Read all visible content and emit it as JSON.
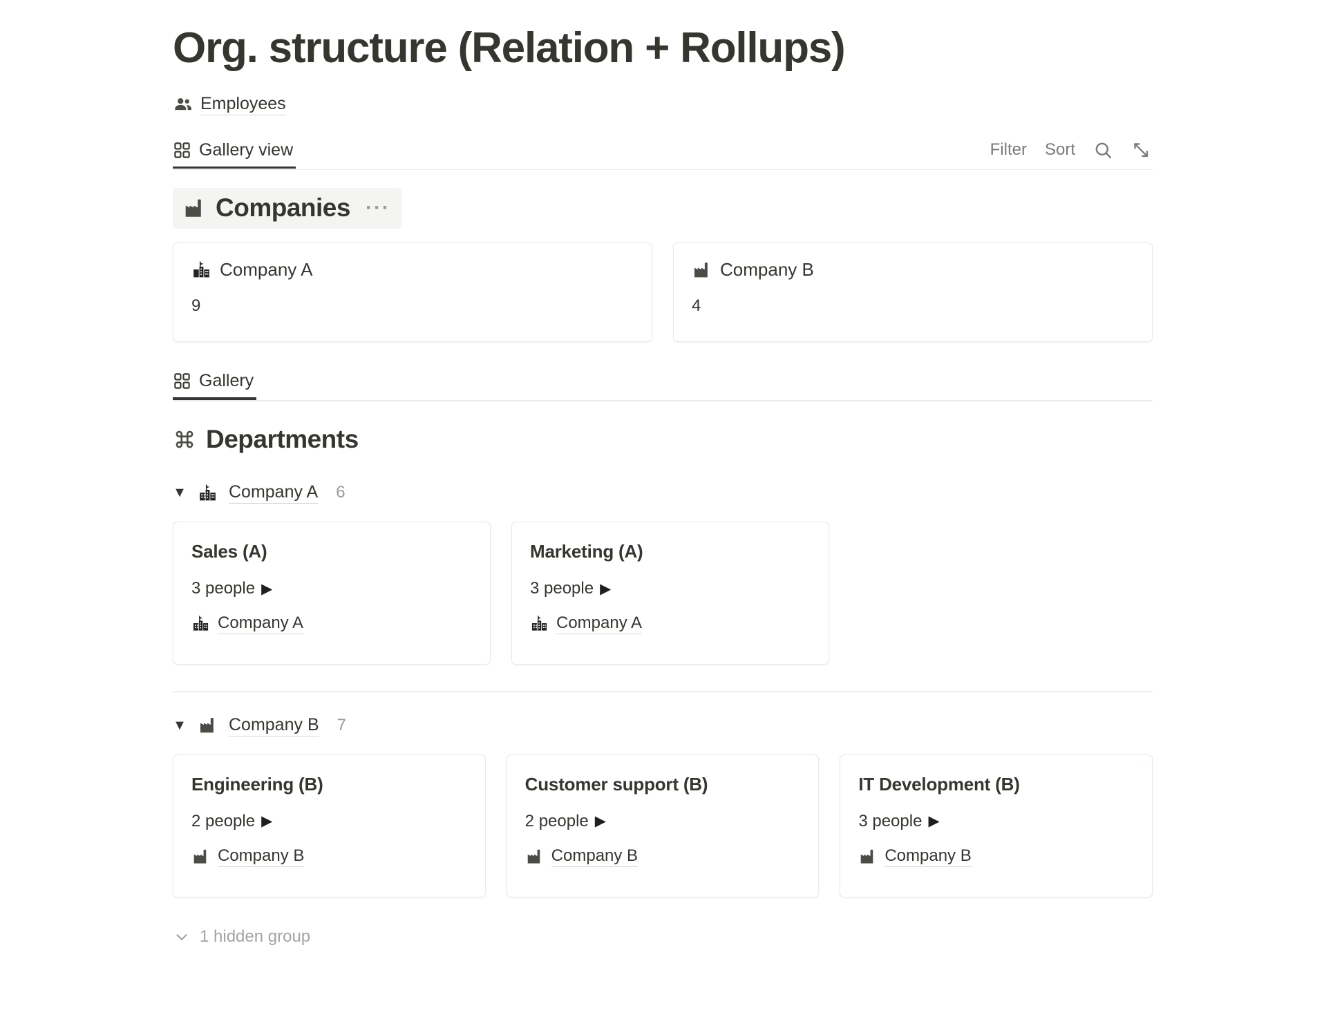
{
  "page": {
    "title": "Org. structure (Relation + Rollups)"
  },
  "breadcrumb": {
    "icon": "people-icon",
    "label": "Employees"
  },
  "view_bar": {
    "tab": {
      "icon": "gallery-grid-icon",
      "label": "Gallery view",
      "active": true
    },
    "actions": {
      "filter_label": "Filter",
      "sort_label": "Sort",
      "search_icon": "search-icon",
      "expand_icon": "expand-diagonal-icon"
    }
  },
  "companies_section": {
    "heading": {
      "icon": "factory-icon",
      "label": "Companies",
      "menu": "···"
    },
    "cards": [
      {
        "icon": "school-building-icon",
        "title": "Company A",
        "metric": "9"
      },
      {
        "icon": "factory-icon",
        "title": "Company B",
        "metric": "4"
      }
    ]
  },
  "departments_view_bar": {
    "tab": {
      "icon": "gallery-grid-icon",
      "label": "Gallery",
      "active": true
    }
  },
  "departments_section": {
    "heading": {
      "icon": "command-icon",
      "label": "Departments"
    },
    "groups": [
      {
        "caret": "▼",
        "icon": "school-building-icon",
        "label": "Company A",
        "count": "6",
        "cards": [
          {
            "title": "Sales (A)",
            "people": "3 people",
            "play": "▶",
            "relation_icon": "school-building-icon",
            "relation_label": "Company A"
          },
          {
            "title": "Marketing (A)",
            "people": "3 people",
            "play": "▶",
            "relation_icon": "school-building-icon",
            "relation_label": "Company A"
          }
        ]
      },
      {
        "caret": "▼",
        "icon": "factory-icon",
        "label": "Company B",
        "count": "7",
        "cards": [
          {
            "title": "Engineering (B)",
            "people": "2 people",
            "play": "▶",
            "relation_icon": "factory-icon",
            "relation_label": "Company B"
          },
          {
            "title": "Customer support (B)",
            "people": "2 people",
            "play": "▶",
            "relation_icon": "factory-icon",
            "relation_label": "Company B"
          },
          {
            "title": "IT Development (B)",
            "people": "3 people",
            "play": "▶",
            "relation_icon": "factory-icon",
            "relation_label": "Company B"
          }
        ]
      }
    ],
    "hidden_group": {
      "icon": "chevron-down-icon",
      "label": "1 hidden group"
    }
  },
  "colors": {
    "text": "#37352f",
    "muted": "#9b9a97",
    "border": "#eae9e7",
    "highlight_bg": "#f4f4f3"
  }
}
